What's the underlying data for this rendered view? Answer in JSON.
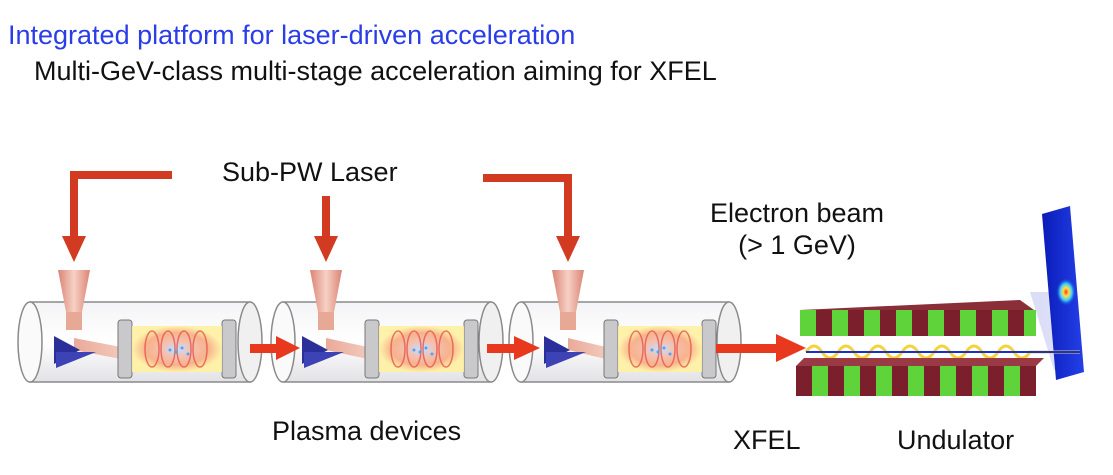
{
  "header": {
    "title": "Integrated platform for laser-driven acceleration",
    "subtitle": "Multi-GeV-class multi-stage acceleration aiming for XFEL"
  },
  "labels": {
    "laser": "Sub-PW Laser",
    "electron_beam_line1": "Electron beam",
    "electron_beam_line2": "(> 1 GeV)",
    "plasma_devices": "Plasma devices",
    "xfel": "XFEL",
    "undulator": "Undulator"
  },
  "colors": {
    "title": "#2a3de8",
    "arrow": "#d23a22",
    "prism": "#2b2f9a",
    "magnet_dark": "#7a1f2b",
    "magnet_light": "#5fd33a",
    "screen": "#1a2fd0"
  }
}
